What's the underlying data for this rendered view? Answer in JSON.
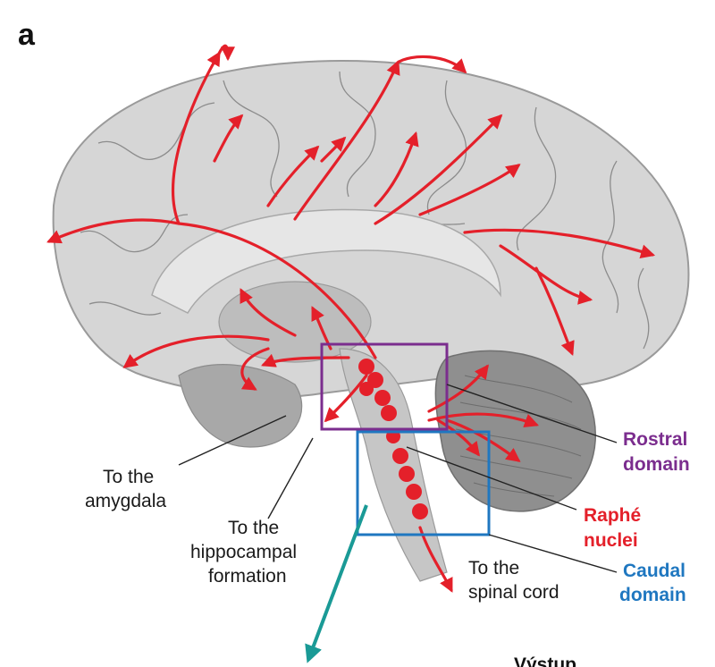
{
  "panel_label": "a",
  "labels": {
    "rostral_line1": "Rostral",
    "rostral_line2": "domain",
    "raphe_line1": "Raphé",
    "raphe_line2": "nuclei",
    "caudal_line1": "Caudal",
    "caudal_line2": "domain",
    "amygdala_line1": "To the",
    "amygdala_line2": "amygdala",
    "hippocampal_line1": "To the",
    "hippocampal_line2": "hippocampal",
    "hippocampal_line3": "formation",
    "spinal_line1": "To the",
    "spinal_line2": "spinal cord",
    "bottom_cut": "Výstup"
  },
  "colors": {
    "serotonin_pathway": "#e4202a",
    "rostral_box": "#7b2d8e",
    "caudal_box": "#1f77c0",
    "pointer_arrow": "#1a9a96",
    "brain": "#d4d4d4"
  }
}
